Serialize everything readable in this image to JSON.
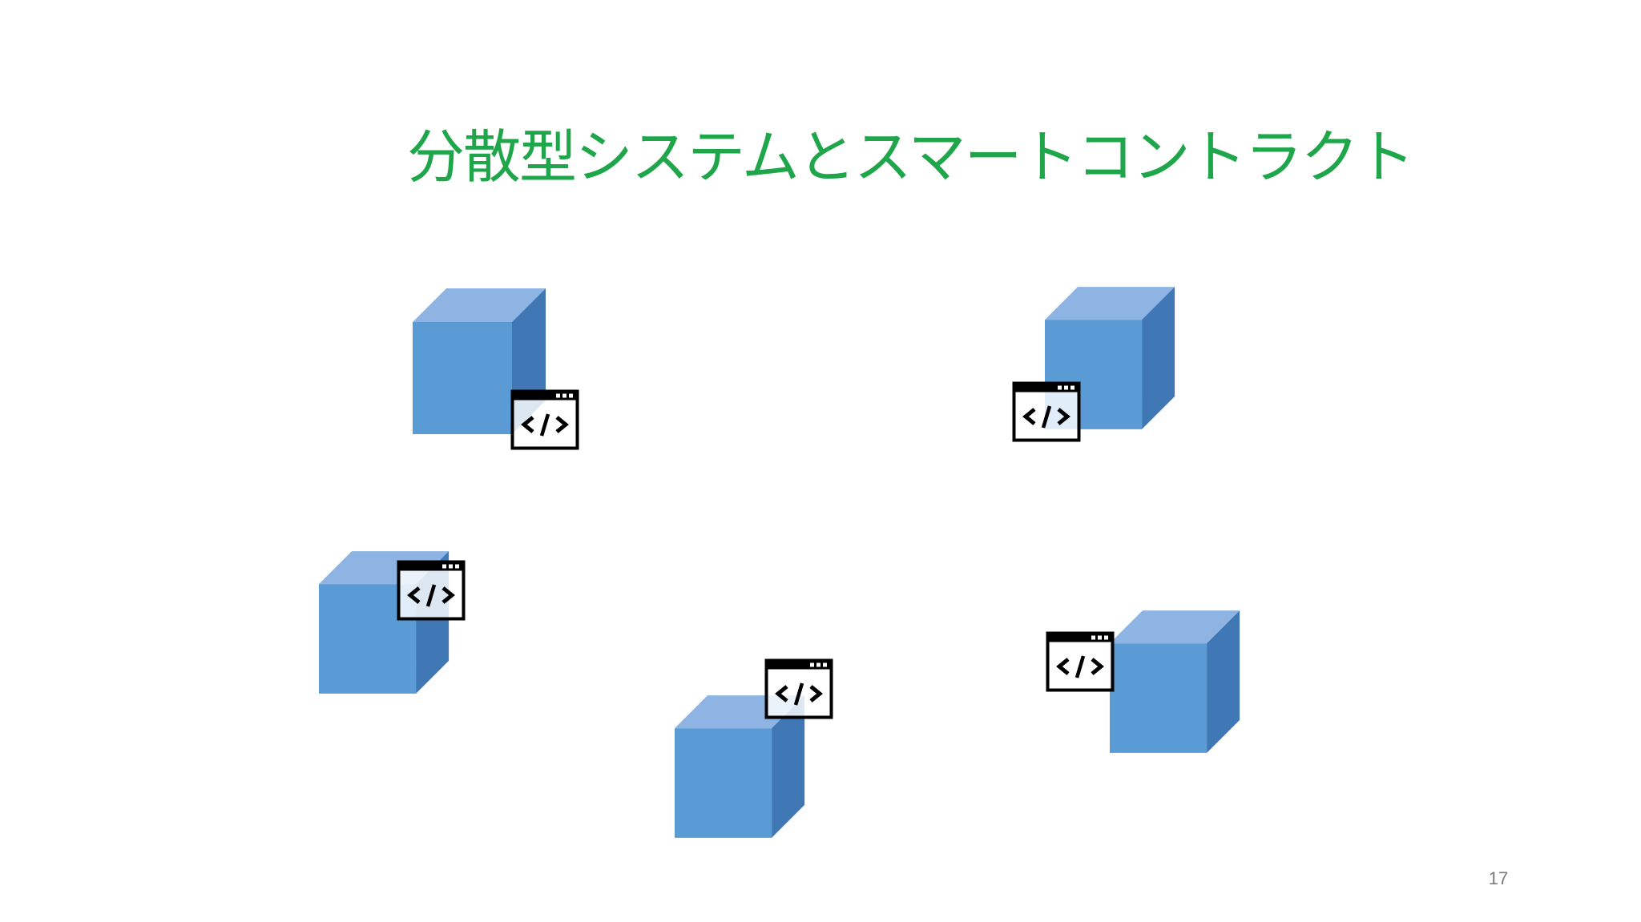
{
  "slide": {
    "title": "分散型システムとスマートコントラクト",
    "page_number": "17",
    "title_color": "#1fa64a"
  },
  "diagram": {
    "node_shape": "cube",
    "node_color": "#5b9bd5",
    "contract_icon": "code-window-icon",
    "contract_icon_text": "</>",
    "node_count": 5
  }
}
